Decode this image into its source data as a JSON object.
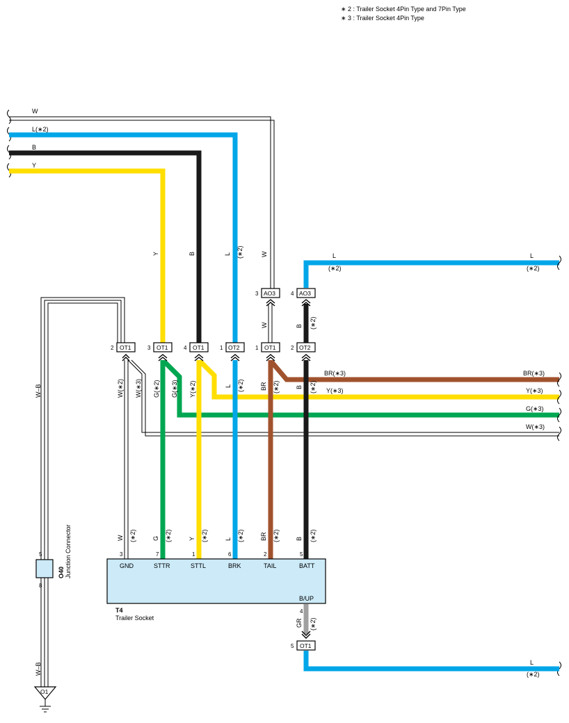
{
  "notes": [
    "∗ 2 : Trailer Socket 4Pin Type and 7Pin Type",
    "∗ 3 : Trailer Socket 4Pin Type"
  ],
  "colors": {
    "L": "#00A6E8",
    "Y": "#FFDE00",
    "B": "#1A1A1A",
    "BR": "#A0522D",
    "G": "#00A651",
    "GR": "#A0A0A0",
    "W": "#FFFFFF",
    "socket_fill": "#CCEAF8"
  },
  "left_wires": {
    "w": "W",
    "l": "L(∗2)",
    "b": "B",
    "y": "Y"
  },
  "vertical_labels": {
    "y_top": "Y",
    "b_top": "B",
    "l_top": "L",
    "l_top_note": "(∗2)",
    "w_top": "W",
    "w_mid": "W",
    "b_mid": "B",
    "b_mid_note": "(∗2)",
    "wb_upper": "W–B",
    "wb_lower": "W–B",
    "w2": "W(∗2)",
    "w3": "W(∗3)",
    "g2": "G(∗2)",
    "g3": "G(∗3)",
    "y2": "Y(∗2)",
    "l_mid": "L",
    "l_mid_note": "(∗2)",
    "br_mid": "BR",
    "br_mid_note": "(∗2)",
    "b_low": "B",
    "b_low_note": "(∗2)",
    "s_w": "W",
    "s_w_note": "(∗2)",
    "s_g": "G",
    "s_g_note": "(∗2)",
    "s_y": "Y",
    "s_y_note": "(∗2)",
    "s_l": "L",
    "s_l_note": "(∗2)",
    "s_br": "BR",
    "s_br_note": "(∗2)",
    "s_b": "B",
    "s_b_note": "(∗2)",
    "gr": "GR",
    "gr_note": "(∗2)"
  },
  "right_wires": {
    "l_top_label": "L",
    "l_top_note_left": "(∗2)",
    "l_top_label_right": "L",
    "l_top_note_right": "(∗2)",
    "br_left": "BR(∗3)",
    "br_right": "BR(∗3)",
    "y_left": "Y(∗3)",
    "y_right": "Y(∗3)",
    "g_right": "G(∗3)",
    "w_right": "W(∗3)",
    "l_bottom_label": "L",
    "l_bottom_note": "(∗2)"
  },
  "connectors": {
    "ot1_gnd": {
      "name": "OT1",
      "pin": "2"
    },
    "ot1_g": {
      "name": "OT1",
      "pin": "3"
    },
    "ot1_y": {
      "name": "OT1",
      "pin": "4"
    },
    "ot2_l": {
      "name": "OT2",
      "pin": "1"
    },
    "ot1_br": {
      "name": "OT1",
      "pin": "1"
    },
    "ot2_b": {
      "name": "OT2",
      "pin": "2"
    },
    "ao3_w": {
      "name": "AO3",
      "pin": "3"
    },
    "ao3_l": {
      "name": "AO3",
      "pin": "4"
    },
    "ot1_bup": {
      "name": "OT1",
      "pin": "5"
    }
  },
  "trailer_socket": {
    "code": "T4",
    "name": "Trailer Socket",
    "terminals": [
      {
        "pin": "3",
        "label": "GND"
      },
      {
        "pin": "7",
        "label": "STTR"
      },
      {
        "pin": "1",
        "label": "STTL"
      },
      {
        "pin": "6",
        "label": "BRK"
      },
      {
        "pin": "2",
        "label": "TAIL"
      },
      {
        "pin": "5",
        "label": "BATT"
      }
    ],
    "bup": {
      "pin": "4",
      "label": "B/UP"
    }
  },
  "junction": {
    "code": "O40",
    "name": "Junction Connector",
    "pin_top": "5",
    "pin_bottom": "8"
  },
  "ground": {
    "code": "O1"
  }
}
